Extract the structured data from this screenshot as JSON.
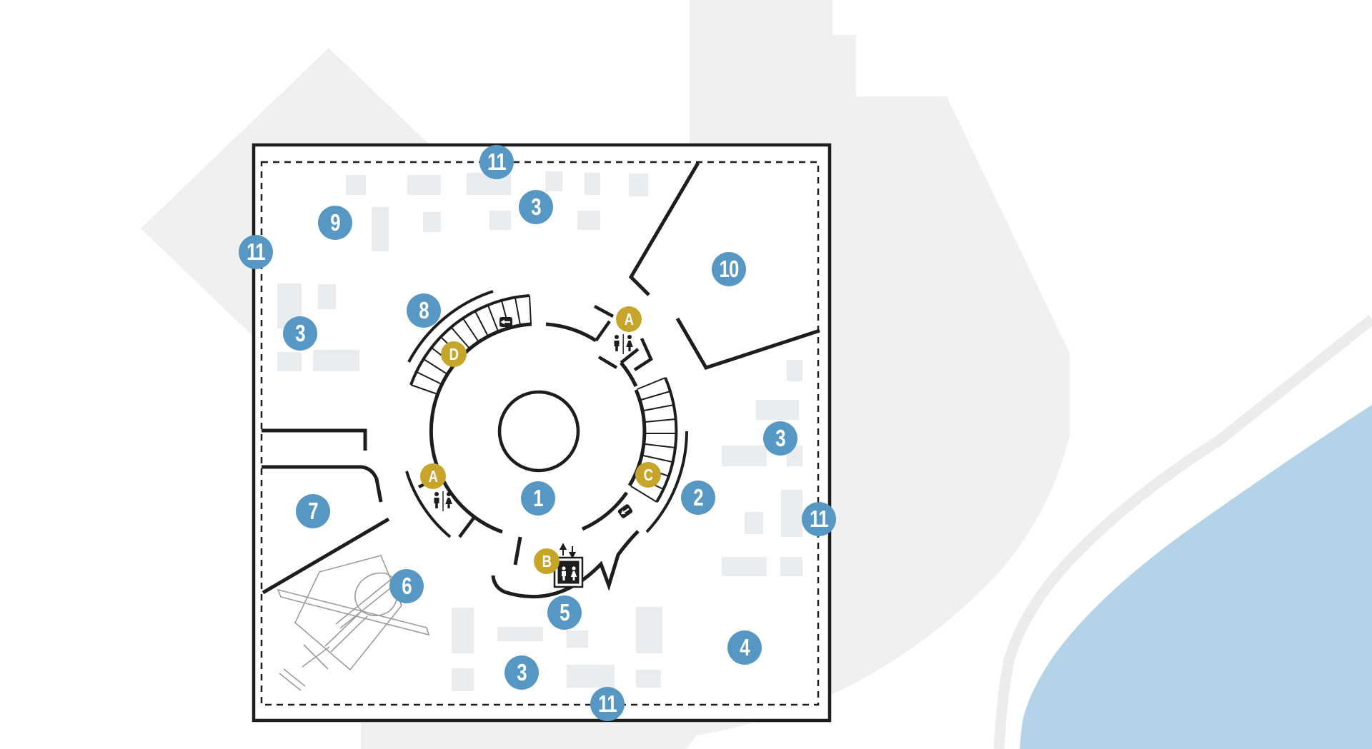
{
  "title": "building-floor-plan-map",
  "colors": {
    "marker_blue": "#5797c3",
    "marker_yellow": "#c7a42a",
    "wall": "#1d1d1b",
    "background_shape": "#f0f0f1",
    "shore_road": "#ececec",
    "exhibit_block": "#e9edf0",
    "water": "#b4d2e8",
    "helicopter_line": "#9b9b9b"
  },
  "markers": {
    "blue": [
      {
        "label": "11"
      },
      {
        "label": "3"
      },
      {
        "label": "9"
      },
      {
        "label": "11"
      },
      {
        "label": "10"
      },
      {
        "label": "8"
      },
      {
        "label": "3"
      },
      {
        "label": "3"
      },
      {
        "label": "1"
      },
      {
        "label": "2"
      },
      {
        "label": "7"
      },
      {
        "label": "11"
      },
      {
        "label": "6"
      },
      {
        "label": "5"
      },
      {
        "label": "4"
      },
      {
        "label": "3"
      },
      {
        "label": "11"
      }
    ],
    "yellow": [
      {
        "label": "A"
      },
      {
        "label": "D"
      },
      {
        "label": "A"
      },
      {
        "label": "C"
      },
      {
        "label": "B"
      }
    ]
  },
  "icons": [
    {
      "name": "restroom-icon"
    },
    {
      "name": "elevator-icon"
    },
    {
      "name": "elevator-arrows-icon"
    },
    {
      "name": "stair-direction-icon"
    },
    {
      "name": "helicopter-icon"
    }
  ]
}
